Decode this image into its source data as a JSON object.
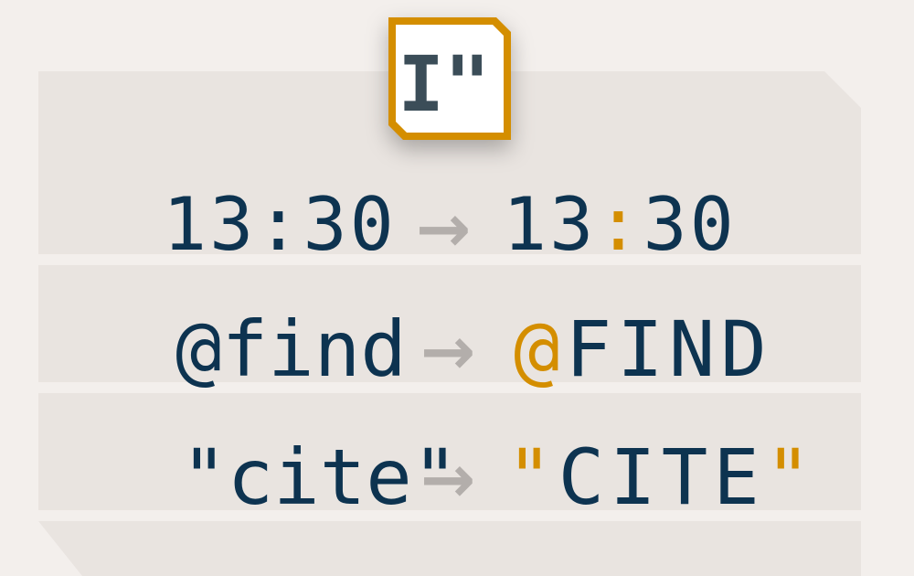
{
  "logo": {
    "text": "I\""
  },
  "rows": [
    {
      "before": "13:30",
      "arrow": "→",
      "after": [
        "13",
        ":",
        "30"
      ]
    },
    {
      "before": "@find",
      "arrow": "→",
      "after": [
        "",
        "@",
        "FIND"
      ]
    },
    {
      "before": "\"cite\"",
      "arrow": "→",
      "after": [
        "",
        "\"",
        "CITE",
        "\""
      ]
    }
  ],
  "colors": {
    "text": "#0d3350",
    "accent": "#d48e00",
    "arrow": "#b3aeab",
    "panel": "#e9e4e0",
    "background": "#f3efec"
  }
}
